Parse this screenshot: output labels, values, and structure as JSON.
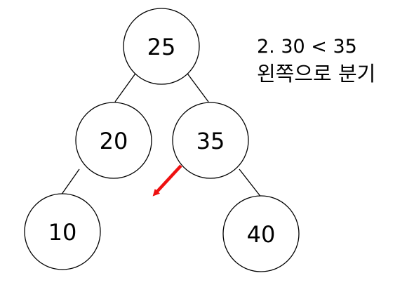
{
  "tree": {
    "nodes": [
      {
        "id": "n25",
        "value": "25"
      },
      {
        "id": "n20",
        "value": "20"
      },
      {
        "id": "n35",
        "value": "35"
      },
      {
        "id": "n10",
        "value": "10"
      },
      {
        "id": "n40",
        "value": "40"
      }
    ],
    "edges": [
      {
        "from": "n25",
        "to": "n20"
      },
      {
        "from": "n25",
        "to": "n35"
      },
      {
        "from": "n20",
        "to": "n10"
      },
      {
        "from": "n35",
        "to": "n40"
      }
    ]
  },
  "annotation": {
    "step": "2. 30 < 35",
    "description": "왼쪽으로 분기"
  },
  "colors": {
    "arrow": "#ee1111",
    "node_stroke": "#000000",
    "node_fill": "#ffffff"
  }
}
